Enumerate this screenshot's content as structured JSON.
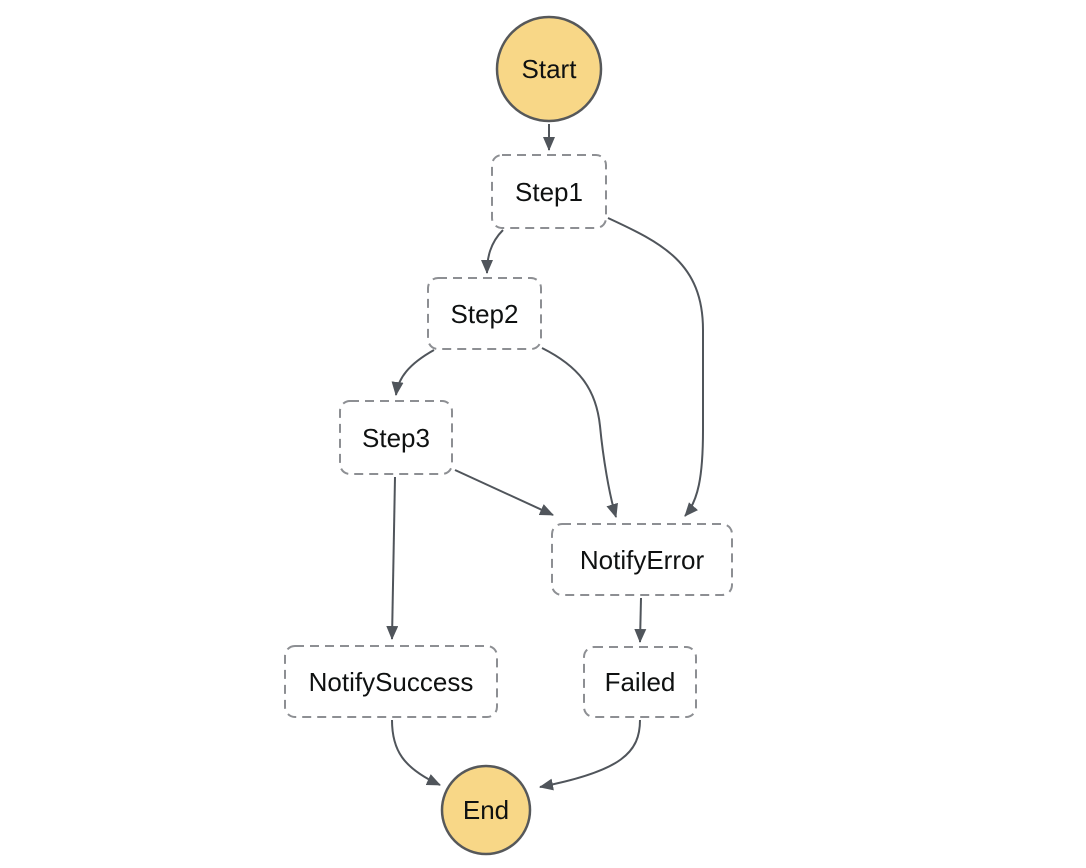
{
  "diagram": {
    "kind": "workflow-state-graph",
    "nodes": [
      {
        "id": "start",
        "label": "Start",
        "shape": "circle"
      },
      {
        "id": "step1",
        "label": "Step1",
        "shape": "dashed-rounded-rect"
      },
      {
        "id": "step2",
        "label": "Step2",
        "shape": "dashed-rounded-rect"
      },
      {
        "id": "step3",
        "label": "Step3",
        "shape": "dashed-rounded-rect"
      },
      {
        "id": "notify_error",
        "label": "NotifyError",
        "shape": "dashed-rounded-rect"
      },
      {
        "id": "notify_success",
        "label": "NotifySuccess",
        "shape": "dashed-rounded-rect"
      },
      {
        "id": "failed",
        "label": "Failed",
        "shape": "dashed-rounded-rect"
      },
      {
        "id": "end",
        "label": "End",
        "shape": "circle"
      }
    ],
    "edges": [
      {
        "from": "Start",
        "to": "Step1"
      },
      {
        "from": "Step1",
        "to": "Step2"
      },
      {
        "from": "Step1",
        "to": "NotifyError"
      },
      {
        "from": "Step2",
        "to": "Step3"
      },
      {
        "from": "Step2",
        "to": "NotifyError"
      },
      {
        "from": "Step3",
        "to": "NotifyError"
      },
      {
        "from": "Step3",
        "to": "NotifySuccess"
      },
      {
        "from": "NotifyError",
        "to": "Failed"
      },
      {
        "from": "NotifySuccess",
        "to": "End"
      },
      {
        "from": "Failed",
        "to": "End"
      }
    ],
    "colors": {
      "terminal_fill": "#F8D787",
      "terminal_border": "#56585A",
      "task_border": "#8D8F93",
      "edge": "#50555B",
      "text": "#0F1111",
      "background": "#FFFFFF"
    }
  }
}
